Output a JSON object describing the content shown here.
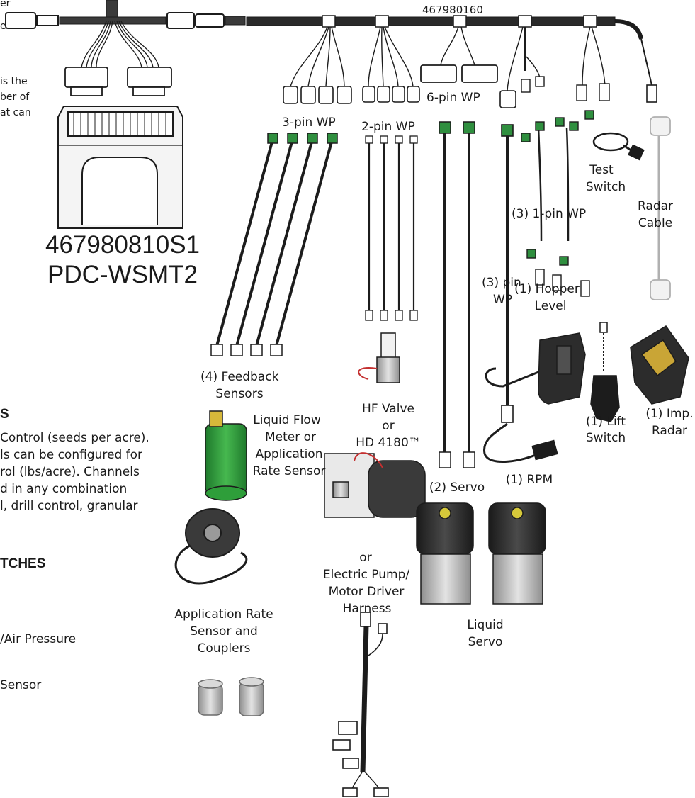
{
  "part_numbers": {
    "harness": "467980160",
    "module_part": "467980810S1",
    "module_name": "PDC-WSMT2"
  },
  "connector_labels": {
    "three_pin": "3-pin WP",
    "two_pin": "2-pin WP",
    "six_pin": "6-pin WP",
    "one_pin": "(3) 1-pin WP",
    "three_pin_b_1": "(3) pin",
    "three_pin_b_2": "WP"
  },
  "components": {
    "test_switch_1": "Test",
    "test_switch_2": "Switch",
    "radar_cable_1": "Radar",
    "radar_cable_2": "Cable",
    "hopper_level_1": "(1) Hopper",
    "hopper_level_2": "Level",
    "lift_switch_1": "(1) Lift",
    "lift_switch_2": "Switch",
    "imp_radar_1": "(1) Imp.",
    "imp_radar_2": "Radar",
    "feedback_1": "(4) Feedback",
    "feedback_2": "Sensors",
    "flow_meter_1": "Liquid Flow",
    "flow_meter_2": "Meter or",
    "flow_meter_3": "Application",
    "flow_meter_4": "Rate Sensor",
    "hf_valve_1": "HF Valve",
    "hf_valve_2": "or",
    "hf_valve_3": "HD 4180™",
    "servo": "(2) Servo",
    "rpm": "(1) RPM",
    "pump_1": "or",
    "pump_2": "Electric Pump/",
    "pump_3": "Motor Driver",
    "pump_4": "Harness",
    "liquid_servo_1": "Liquid",
    "liquid_servo_2": "Servo",
    "app_rate_1": "Application Rate",
    "app_rate_2": "Sensor and",
    "app_rate_3": "Couplers"
  },
  "left_text": {
    "top_1": "er",
    "top_2": "e",
    "top_3": "is the",
    "top_4": "ber of",
    "top_5": "at can",
    "heading_1": "S",
    "para_1": "Control (seeds per acre).",
    "para_2": "ls can be configured for",
    "para_3": "rol (lbs/acre). Channels",
    "para_4": "d in any combination",
    "para_5": "l, drill control, granular",
    "heading_2": "TCHES",
    "item_1": "/Air Pressure",
    "item_2": "Sensor"
  },
  "colors": {
    "cable": "#1c1c1c",
    "connector_green": "#2f8f3f",
    "flow_meter_green": "#2e9e3a",
    "module_fill": "#f4f4f4",
    "metal": "#b9b9b9",
    "radar_cable": "#d8d8d8"
  }
}
